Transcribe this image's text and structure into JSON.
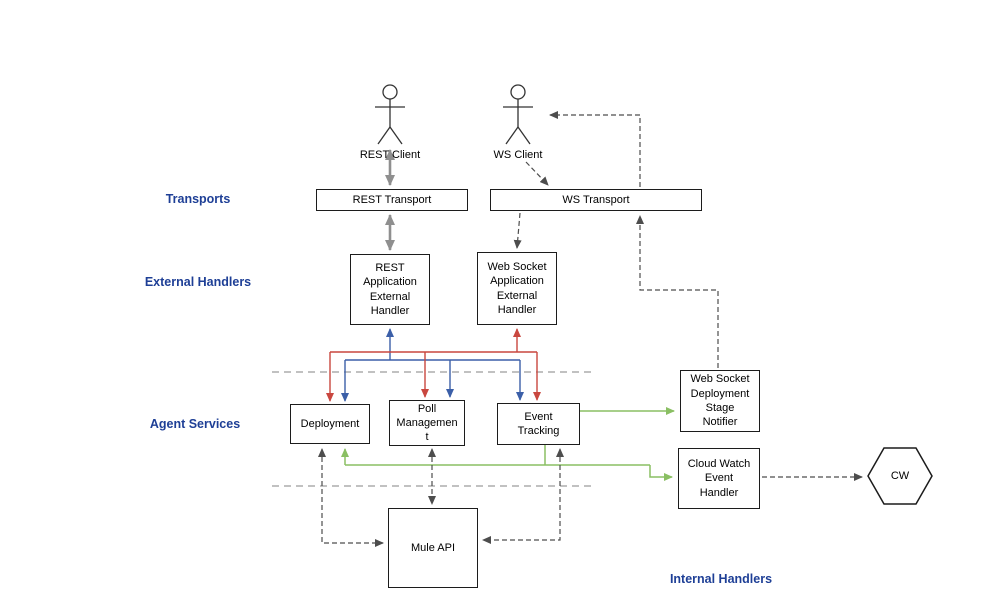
{
  "canvas": {
    "background": "#ffffff"
  },
  "colors": {
    "section_label": "#1e3f96",
    "box_border": "#1c1c1c",
    "arrow_gray": "#8f8f8f",
    "arrow_dashed": "#4d4d4d",
    "arrow_blue": "#3b5fa8",
    "arrow_red": "#c9473f",
    "arrow_green": "#8abf63",
    "boundary_line": "#9c9c9c"
  },
  "actors": {
    "rest_client": {
      "label": "REST Client"
    },
    "ws_client": {
      "label": "WS Client"
    }
  },
  "section_labels": {
    "transports": "Transports",
    "external_handlers": "External Handlers",
    "agent_services": "Agent Services",
    "internal_handlers": "Internal Handlers"
  },
  "nodes": {
    "rest_transport": {
      "label": "REST Transport"
    },
    "ws_transport": {
      "label": "WS Transport"
    },
    "rest_app_handler": {
      "label": "REST\nApplication\nExternal\nHandler"
    },
    "ws_app_handler": {
      "label": "Web Socket\nApplication\nExternal\nHandler"
    },
    "deployment": {
      "label": "Deployment"
    },
    "poll_management": {
      "label": "Poll\nManagemen\nt"
    },
    "event_tracking": {
      "label": "Event\nTracking"
    },
    "ws_deployment_stage_notifier": {
      "label": "Web Socket\nDeployment\nStage\nNotifier"
    },
    "cloud_watch_event_handler": {
      "label": "Cloud Watch\nEvent\nHandler"
    },
    "mule_api": {
      "label": "Mule API"
    },
    "cw": {
      "label": "CW"
    }
  }
}
